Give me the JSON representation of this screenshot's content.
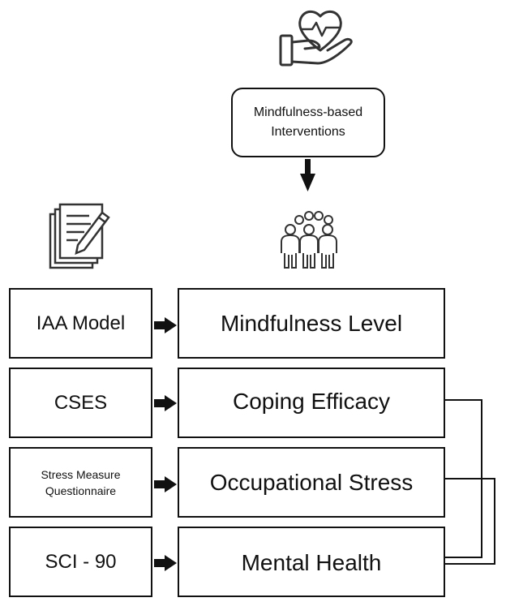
{
  "top": {
    "intervention_label": "Mindfulness-based\nInterventions",
    "heart_hand_icon": "heart-in-hand-icon",
    "group_icon": "people-group-icon",
    "document_icon": "document-pen-icon"
  },
  "rows": [
    {
      "measure": "IAA Model",
      "outcome": "Mindfulness Level"
    },
    {
      "measure": "CSES",
      "outcome": "Coping Efficacy"
    },
    {
      "measure": "Stress Measure\nQuestionnaire",
      "outcome": "Occupational Stress"
    },
    {
      "measure": "SCI - 90",
      "outcome": "Mental Health"
    }
  ]
}
